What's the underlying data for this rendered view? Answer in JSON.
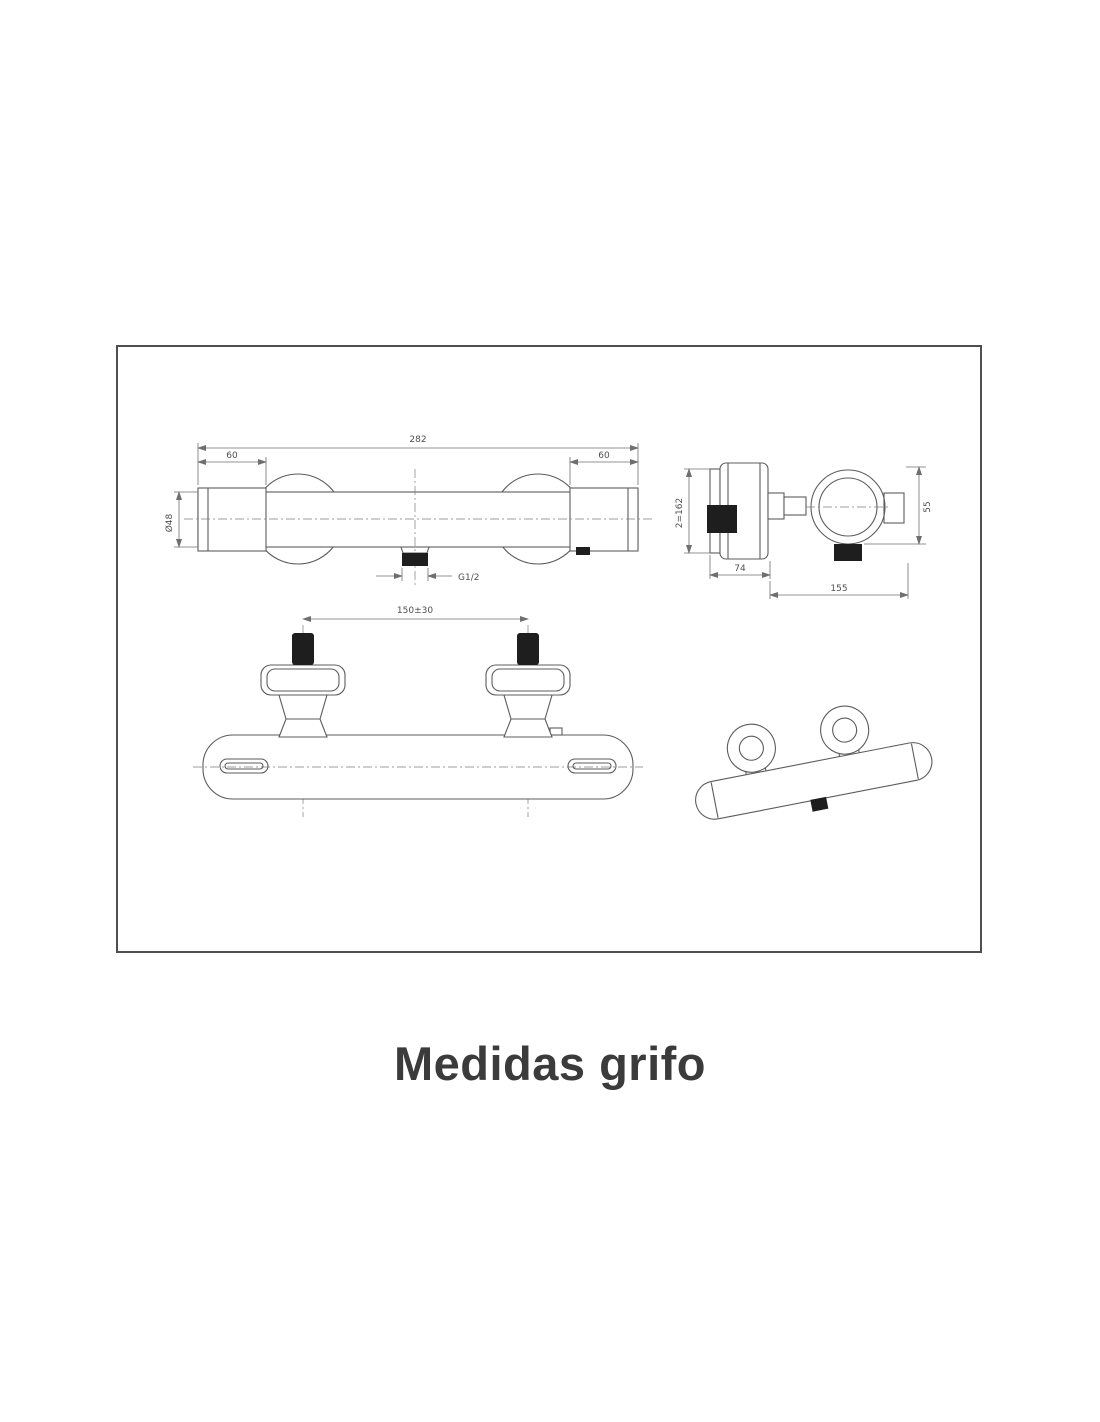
{
  "page": {
    "caption": "Medidas grifo",
    "background": "#ffffff",
    "frame_border_color": "#4f4f4f",
    "line_color": "#5c5c5c"
  },
  "dims": {
    "front": {
      "total": "282",
      "left_end": "60",
      "right_end": "60",
      "body_diameter": "Ø48",
      "outlet": "G1/2"
    },
    "top": {
      "inlet_centers": "150±30"
    },
    "side": {
      "height": "2=162",
      "flange_depth": "74",
      "total_depth": "155",
      "handle": "55"
    }
  }
}
